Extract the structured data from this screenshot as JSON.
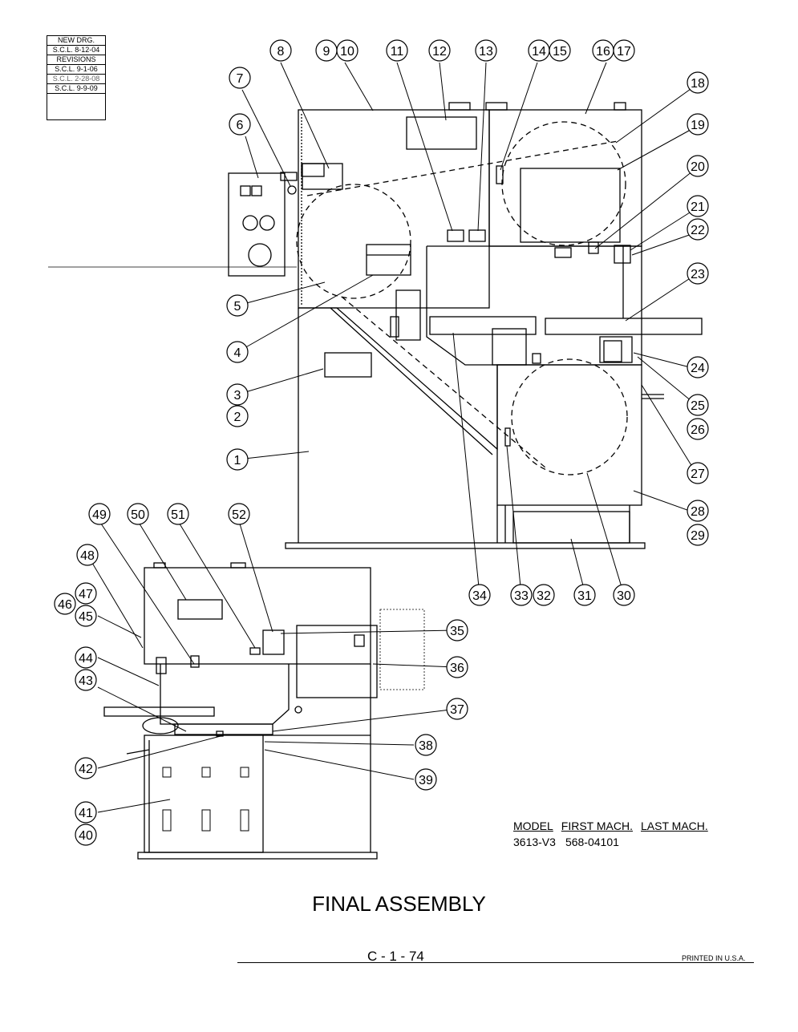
{
  "revision_block": {
    "rows": [
      "NEW DRG.",
      "S.C.L. 8-12-04",
      "REVISIONS",
      "S.C.L. 9-1-06",
      "S.C.L. 2-28-08",
      "S.C.L. 9-9-09"
    ]
  },
  "callouts": [
    "1",
    "2",
    "3",
    "4",
    "5",
    "6",
    "7",
    "8",
    "9",
    "10",
    "11",
    "12",
    "13",
    "14",
    "15",
    "16",
    "17",
    "18",
    "19",
    "20",
    "21",
    "22",
    "23",
    "24",
    "25",
    "26",
    "27",
    "28",
    "29",
    "30",
    "31",
    "32",
    "33",
    "34",
    "35",
    "36",
    "37",
    "38",
    "39",
    "40",
    "41",
    "42",
    "43",
    "44",
    "45",
    "46",
    "47",
    "48",
    "49",
    "50",
    "51",
    "52"
  ],
  "model_table": {
    "headers": [
      "MODEL",
      "FIRST MACH.",
      "LAST MACH."
    ],
    "row": [
      "3613-V3",
      "568-04101",
      ""
    ]
  },
  "title": "FINAL ASSEMBLY",
  "page_number": "C - 1 - 74",
  "printed": "PRINTED IN U.S.A."
}
